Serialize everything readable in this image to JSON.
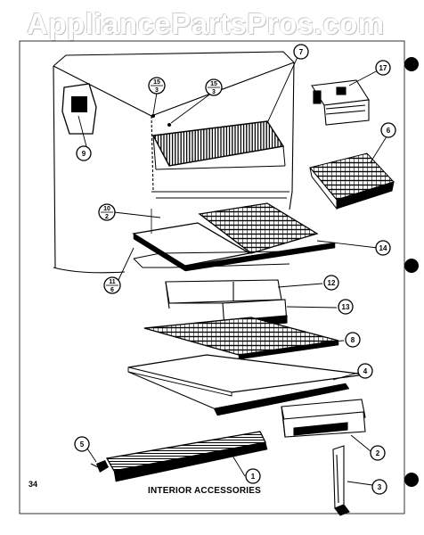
{
  "watermark": "AppliancePartsPros.com",
  "caption": "INTERIOR ACCESSORIES",
  "page_number": "34",
  "callouts": {
    "c1": "1",
    "c2": "2",
    "c3": "3",
    "c4": "4",
    "c5": "5",
    "c6": "6",
    "c7": "7",
    "c8": "8",
    "c9": "9",
    "c12": "12",
    "c13": "13",
    "c14": "14",
    "c17": "17",
    "c10_top": "10",
    "c10_bot": "2",
    "c11_top": "11",
    "c11_bot": "6",
    "c15a_top": "15",
    "c15a_bot": "3",
    "c15b_top": "15",
    "c15b_bot": "3"
  }
}
